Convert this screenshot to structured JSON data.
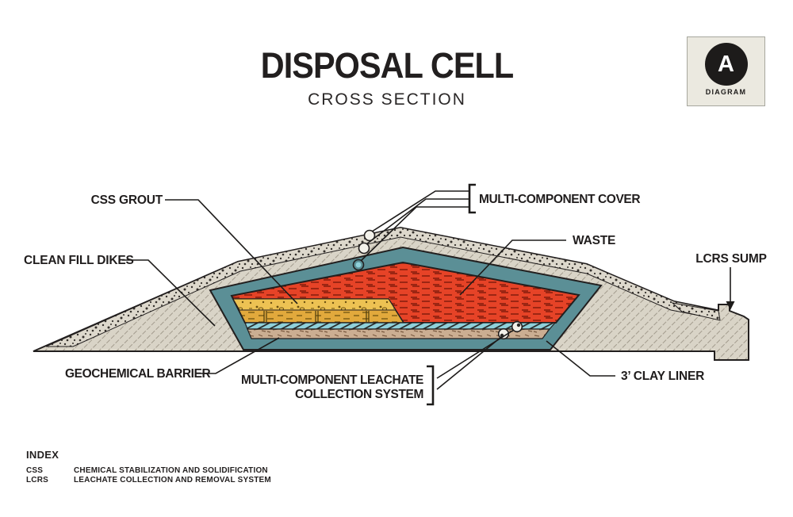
{
  "header": {
    "title": "DISPOSAL CELL",
    "subtitle": "CROSS SECTION"
  },
  "badge": {
    "letter": "A",
    "caption": "DIAGRAM"
  },
  "diagram": {
    "labels": {
      "css_grout": "CSS GROUT",
      "clean_fill_dikes": "CLEAN FILL DIKES",
      "multi_component_cover": "MULTI-COMPONENT COVER",
      "waste": "WASTE",
      "lcrs_sump": "LCRS SUMP",
      "geochemical_barrier": "GEOCHEMICAL BARRIER",
      "leachate_collection_line1": "MULTI-COMPONENT LEACHATE",
      "leachate_collection_line2": "COLLECTION SYSTEM",
      "clay_liner": "3’ CLAY LINER"
    },
    "colors": {
      "fill_soil_grey": "#d9d4c7",
      "gravel_surface": "#ddd8cc",
      "clay_liner_teal": "#5b8f96",
      "waste_red": "#e64327",
      "css_grout_yellow": "#e2a93c",
      "leachate_cyan": "#8fd0da",
      "barrier_tan": "#cbae92",
      "ink": "#221f1f"
    }
  },
  "index": {
    "heading": "INDEX",
    "entries": [
      {
        "term": "CSS",
        "definition": "CHEMICAL STABILIZATION AND SOLIDIFICATION"
      },
      {
        "term": "LCRS",
        "definition": "LEACHATE COLLECTION AND REMOVAL SYSTEM"
      }
    ]
  }
}
